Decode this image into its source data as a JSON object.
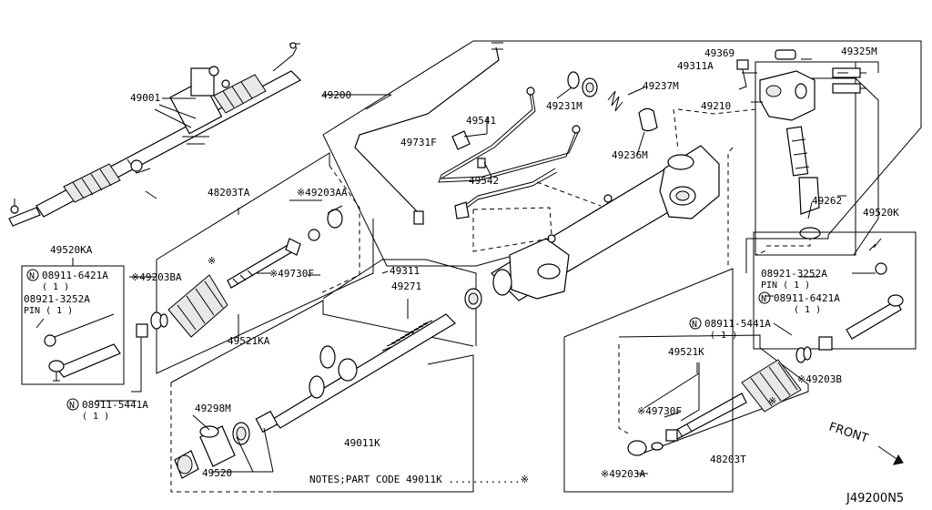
{
  "labels": {
    "p49001": "49001",
    "p49200": "49200",
    "p49369": "49369",
    "p49311a": "49311A",
    "p49325m": "49325M",
    "p49237m": "49237M",
    "p49231m": "49231M",
    "p49541": "49541",
    "p49731f": "49731F",
    "p49210": "49210",
    "p49236m": "49236M",
    "p49542": "49542",
    "p48203ta": "48203TA",
    "p49203aa": "※49203AA",
    "p49262": "49262",
    "p49520k": "49520K",
    "p49520ka": "49520KA",
    "p08911_6421a": "08911-6421A",
    "p1a": "( 1 )",
    "p08921_3252a": "08921-3252A",
    "pin1a": "PIN ( 1 )",
    "p49203ba": "※49203BA",
    "p49730f_top": "※49730F",
    "p49311": "49311",
    "p49271": "49271",
    "p49521ka": "49521KA",
    "p08921_3252a_r": "08921-3252A",
    "pin1r": "PIN ( 1 )",
    "p08911_6421a_r": "08911-6421A",
    "p1r": "( 1 )",
    "p08911_5441a_r": "08911-5441A",
    "p1r2": "( 1 )",
    "p49521k": "49521K",
    "p49203b": "※49203B",
    "p49730f_bot": "※49730F",
    "p08911_5441a_l": "08911-5441A",
    "p1l": "( 1 )",
    "p49298m": "49298M",
    "p49011k": "49011K",
    "p49520": "49520",
    "p48203t": "48203T",
    "p49203a": "※49203A",
    "front": "FRONT",
    "note": "NOTES;PART CODE 49011K ............※",
    "diagram_code": "J49200N5",
    "star_ta": "※",
    "star_t": "※",
    "n1": "N",
    "n2": "N",
    "n3": "N",
    "n4": "N"
  }
}
